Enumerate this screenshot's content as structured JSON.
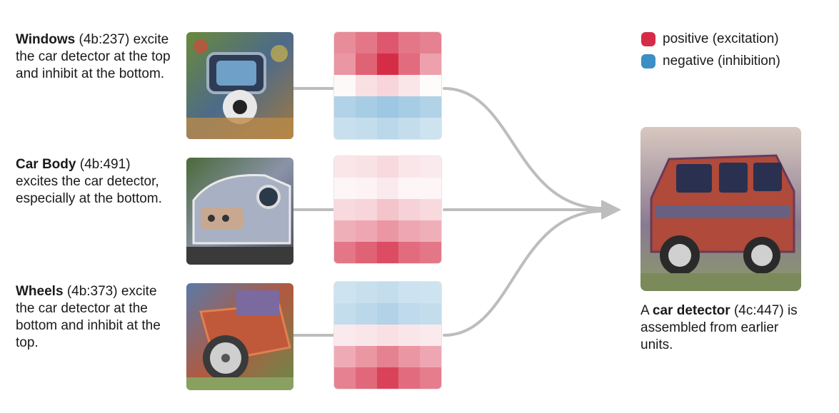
{
  "rows": [
    {
      "name": "Windows",
      "id": "(4b:237)",
      "desc": "excite the car detector at the top and inhibit at the bottom.",
      "weights": [
        [
          0.55,
          0.65,
          0.8,
          0.65,
          0.6
        ],
        [
          0.5,
          0.75,
          1.0,
          0.7,
          0.45
        ],
        [
          0.03,
          0.15,
          0.2,
          0.12,
          0.02
        ],
        [
          -0.4,
          -0.45,
          -0.5,
          -0.45,
          -0.4
        ],
        [
          -0.28,
          -0.3,
          -0.35,
          -0.3,
          -0.25
        ]
      ]
    },
    {
      "name": "Car Body",
      "id": "(4b:491)",
      "desc": "excites the car detector, especially at the bottom.",
      "weights": [
        [
          0.12,
          0.14,
          0.18,
          0.12,
          0.1
        ],
        [
          0.05,
          0.06,
          0.1,
          0.05,
          0.05
        ],
        [
          0.18,
          0.2,
          0.28,
          0.22,
          0.18
        ],
        [
          0.38,
          0.42,
          0.5,
          0.42,
          0.38
        ],
        [
          0.65,
          0.75,
          0.85,
          0.7,
          0.65
        ]
      ]
    },
    {
      "name": "Wheels",
      "id": "(4b:373)",
      "desc": "excite the car detector at the bottom and inhibit at the top.",
      "weights": [
        [
          -0.25,
          -0.28,
          -0.3,
          -0.26,
          -0.25
        ],
        [
          -0.3,
          -0.35,
          -0.4,
          -0.33,
          -0.3
        ],
        [
          0.1,
          0.12,
          0.15,
          0.12,
          0.1
        ],
        [
          0.4,
          0.5,
          0.6,
          0.5,
          0.42
        ],
        [
          0.6,
          0.72,
          0.9,
          0.7,
          0.62
        ]
      ]
    }
  ],
  "legend": {
    "positive": "positive (excitation)",
    "negative": "negative (inhibition)",
    "positive_color": "#d62d47",
    "negative_color": "#3b8fc4"
  },
  "result": {
    "prefix": "A",
    "name": "car detector",
    "id": "(4c:447)",
    "desc": "is assembled from earlier units."
  }
}
